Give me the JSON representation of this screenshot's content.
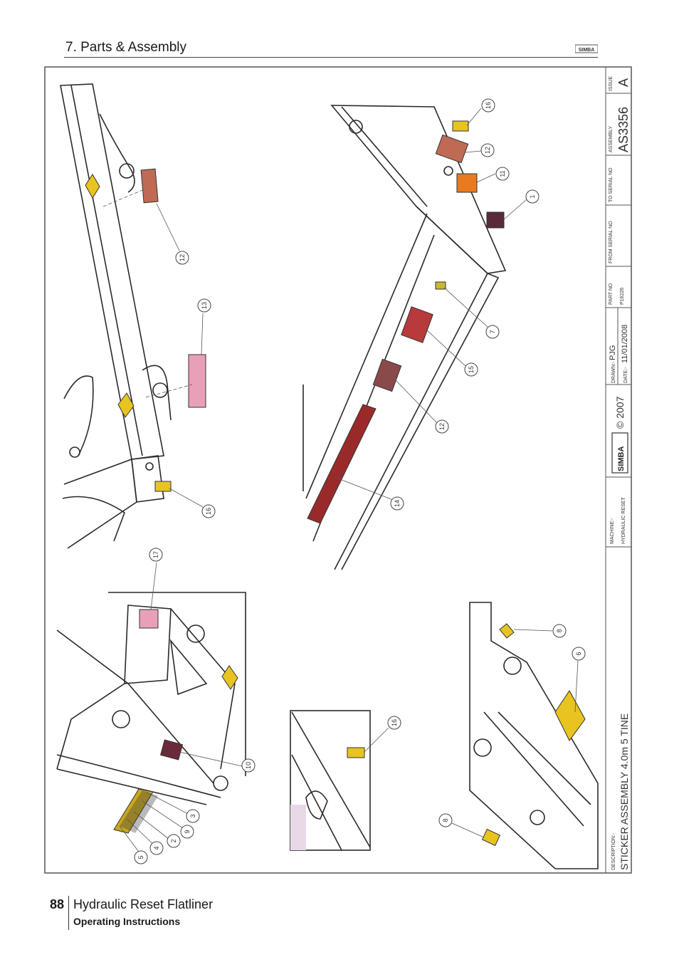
{
  "header": {
    "section_title": "7. Parts & Assembly",
    "logo_text": "SIMBA"
  },
  "title_block": {
    "issue_label": "ISSUE",
    "issue_value": "A",
    "assembly_label": "ASSEMBLY",
    "assembly_value": "AS3356",
    "to_serial_label": "TO SERIAL NO",
    "from_serial_label": "FROM SERIAL NO",
    "part_no_label": "PART NO",
    "part_no_value": "P16226",
    "drawn_label": "DRAWN:-",
    "drawn_value": "PJG",
    "date_label": "DATE:-",
    "date_value": "11/01/2008",
    "logo_text": "SIMBA",
    "copyright": "© 2007",
    "machine_label": "MACHINE:-",
    "machine_value": "HYDRAULIC RESET",
    "description_label": "DESCRIPTION:-",
    "description_value": "STICKER ASSEMBLY 4.0m 5 TINE"
  },
  "callouts": {
    "c1": "1",
    "c2": "2",
    "c3": "3",
    "c4": "4",
    "c5": "5",
    "c6": "6",
    "c7": "7",
    "c8a": "8",
    "c8b": "8",
    "c9": "9",
    "c10": "10",
    "c11": "11",
    "c12a": "12",
    "c12b": "12",
    "c12c": "12",
    "c13": "13",
    "c14": "14",
    "c15": "15",
    "c16a": "16",
    "c16b": "16",
    "c16c": "16",
    "c17": "17"
  },
  "footer": {
    "page_number": "88",
    "title": "Hydraulic Reset Flatliner",
    "subtitle": "Operating Instructions"
  },
  "colors": {
    "warning_yellow": "#e8c420",
    "decal_red": "#9a2a2a",
    "decal_pink": "#e8a0b8",
    "line": "#2a2a2a"
  }
}
